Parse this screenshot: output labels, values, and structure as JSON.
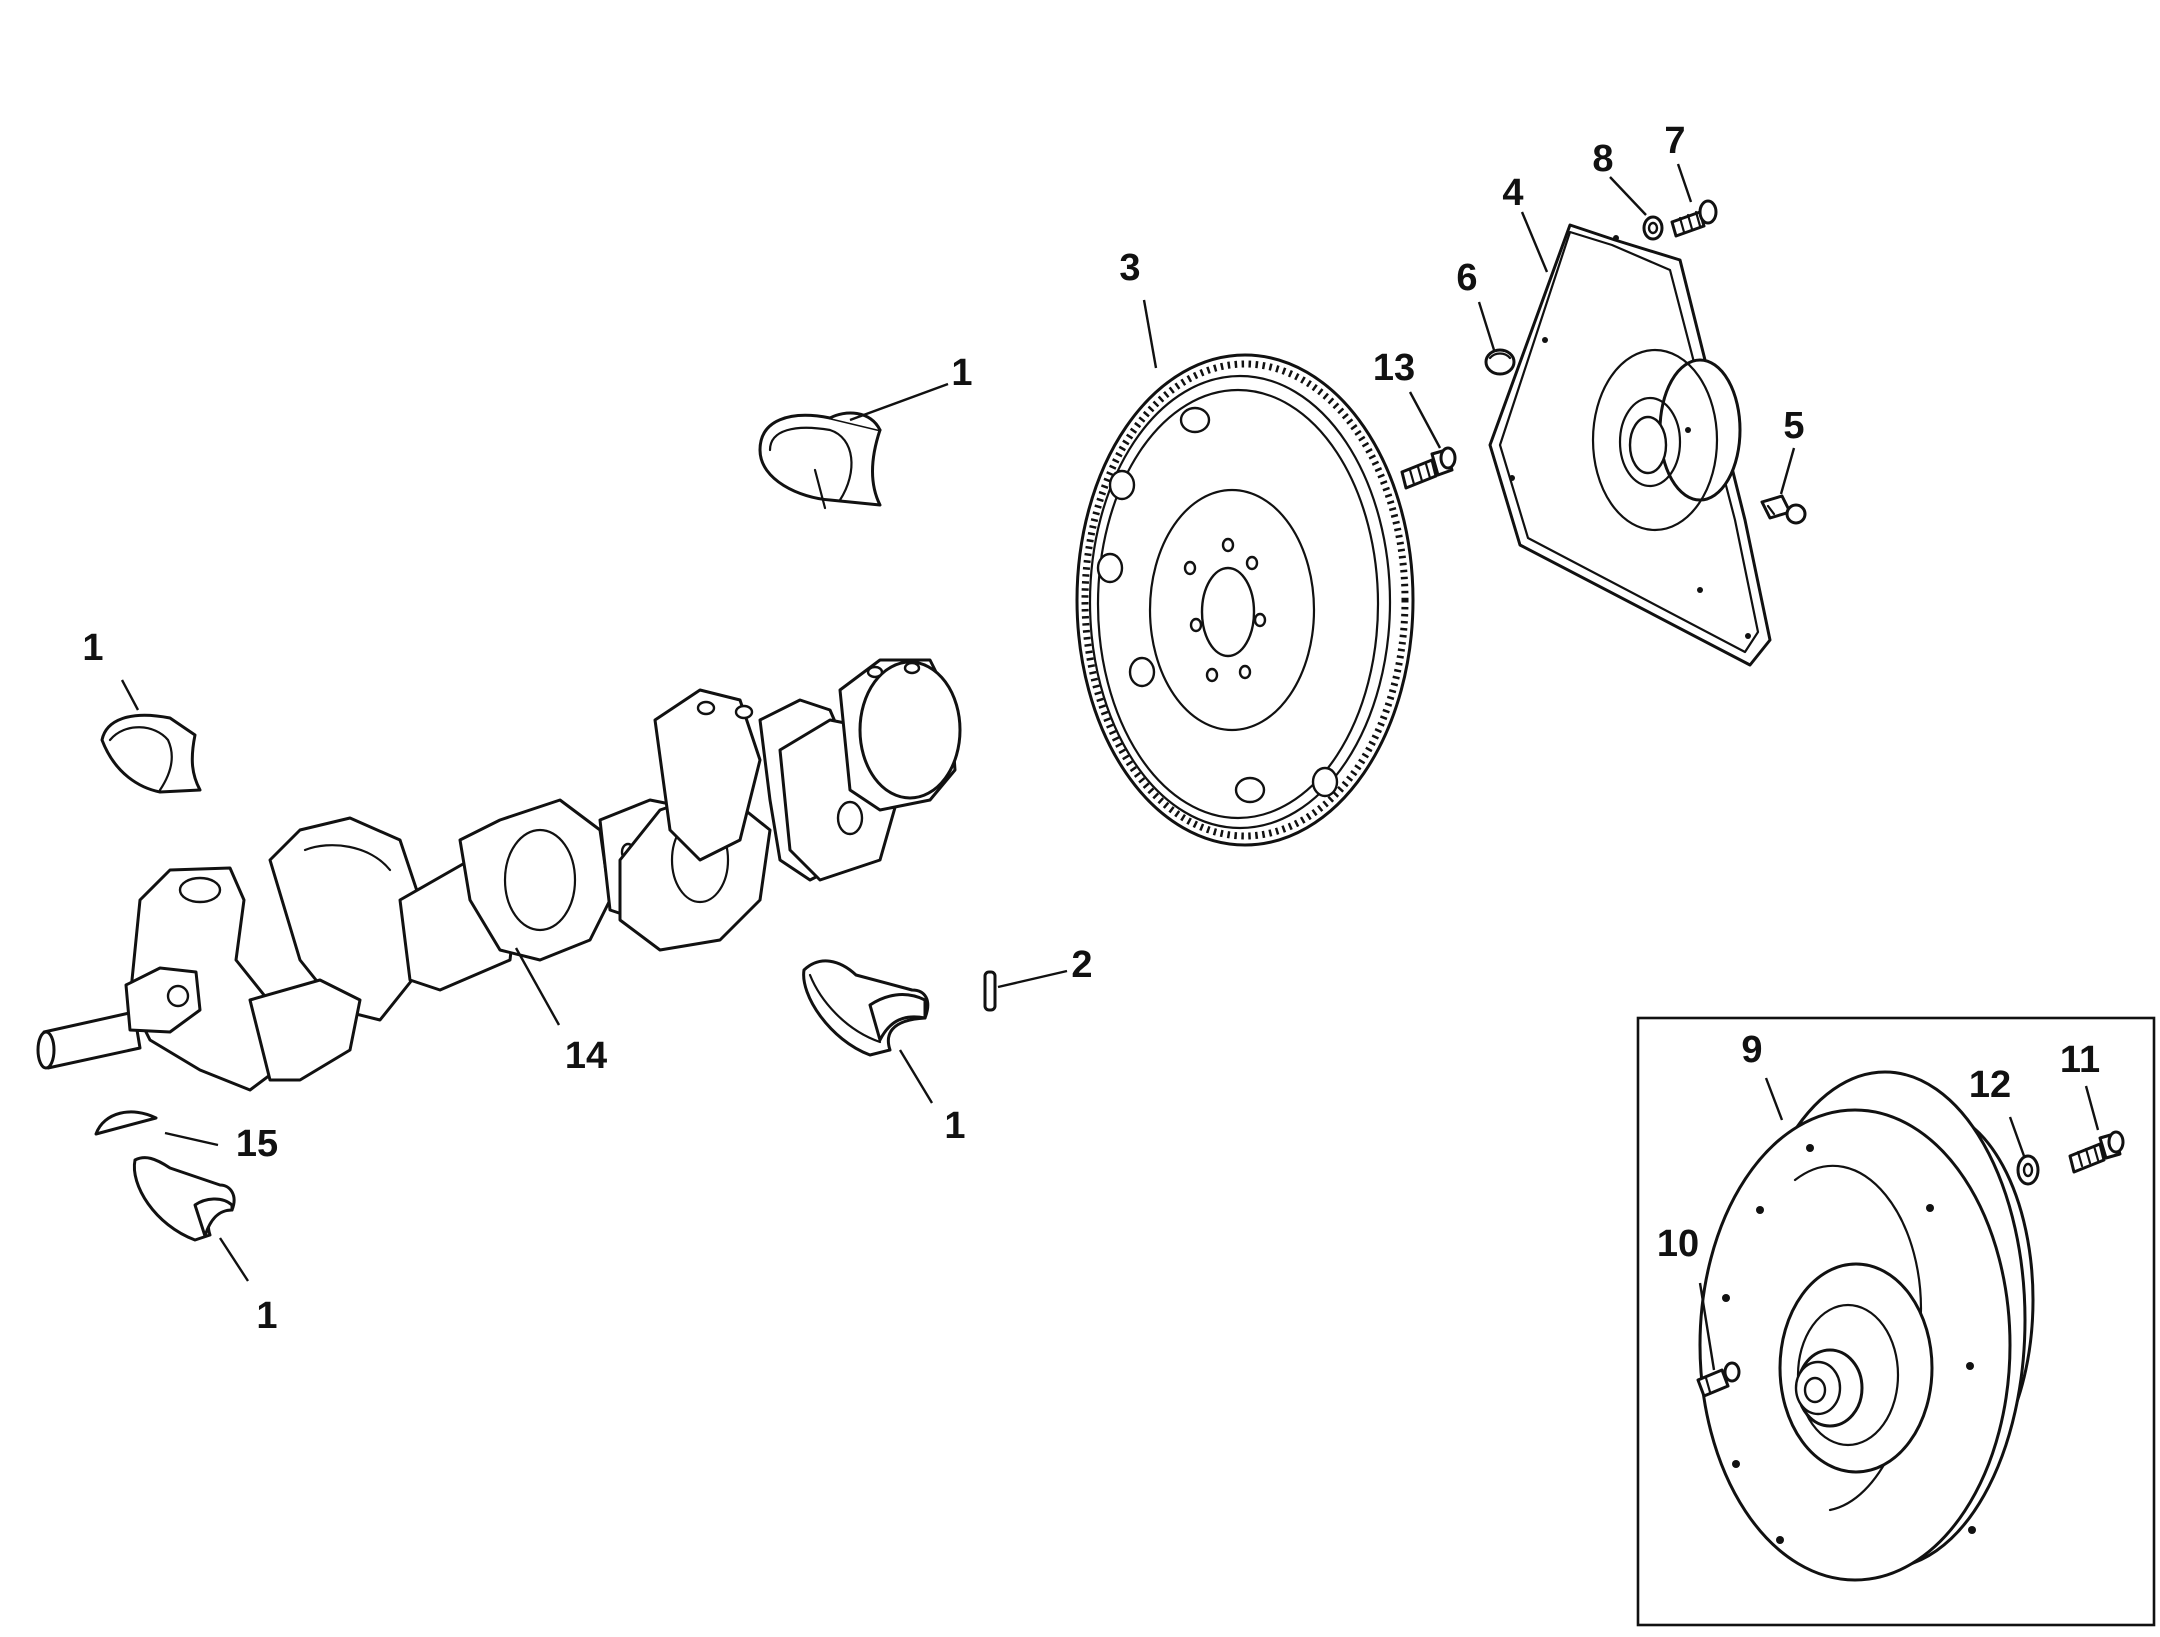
{
  "callouts": {
    "c1_top": "1",
    "c1_left": "1",
    "c1_mid": "1",
    "c1_bottom": "1",
    "c2": "2",
    "c3": "3",
    "c4": "4",
    "c5": "5",
    "c6": "6",
    "c7": "7",
    "c8": "8",
    "c9": "9",
    "c10": "10",
    "c11": "11",
    "c12": "12",
    "c13": "13",
    "c14": "14",
    "c15": "15"
  }
}
